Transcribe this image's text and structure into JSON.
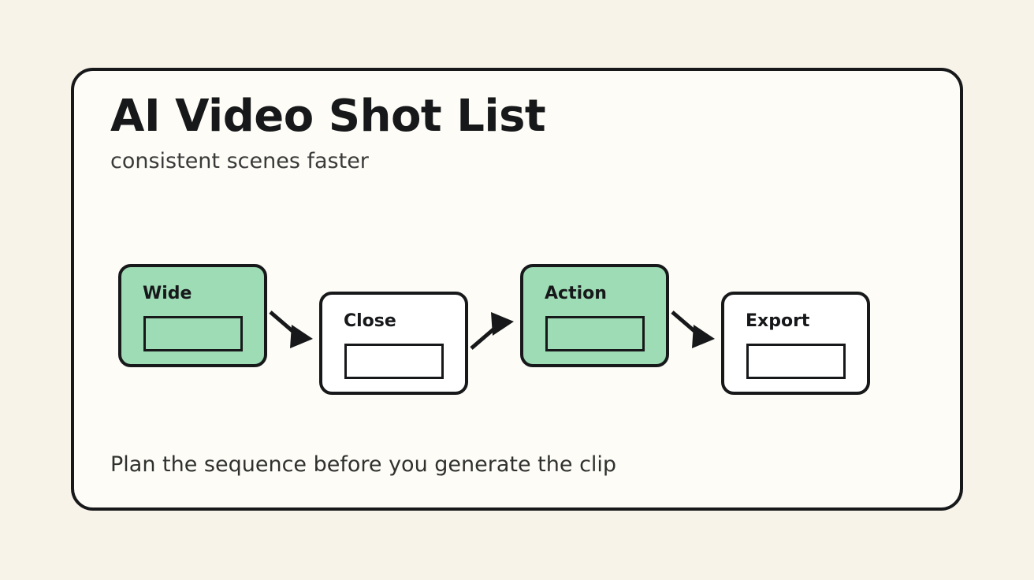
{
  "canvas": {
    "background_color": "#f7f3e8",
    "panel_fill": "#fdfcf7",
    "stroke_color": "#17181a",
    "accent_color": "#9edcb5"
  },
  "header": {
    "title": "AI Video Shot List",
    "subtitle": "consistent scenes faster"
  },
  "flow": {
    "cards": [
      {
        "label": "Wide",
        "tone": "green",
        "slot_label": ""
      },
      {
        "label": "Close",
        "tone": "plain",
        "slot_label": ""
      },
      {
        "label": "Action",
        "tone": "green",
        "slot_label": ""
      },
      {
        "label": "Export",
        "tone": "plain",
        "slot_label": ""
      }
    ],
    "arrows": [
      {
        "from": "Wide",
        "to": "Close",
        "direction": "down"
      },
      {
        "from": "Close",
        "to": "Action",
        "direction": "up"
      },
      {
        "from": "Action",
        "to": "Export",
        "direction": "down"
      }
    ]
  },
  "footer": {
    "caption": "Plan the sequence before you generate the clip"
  }
}
